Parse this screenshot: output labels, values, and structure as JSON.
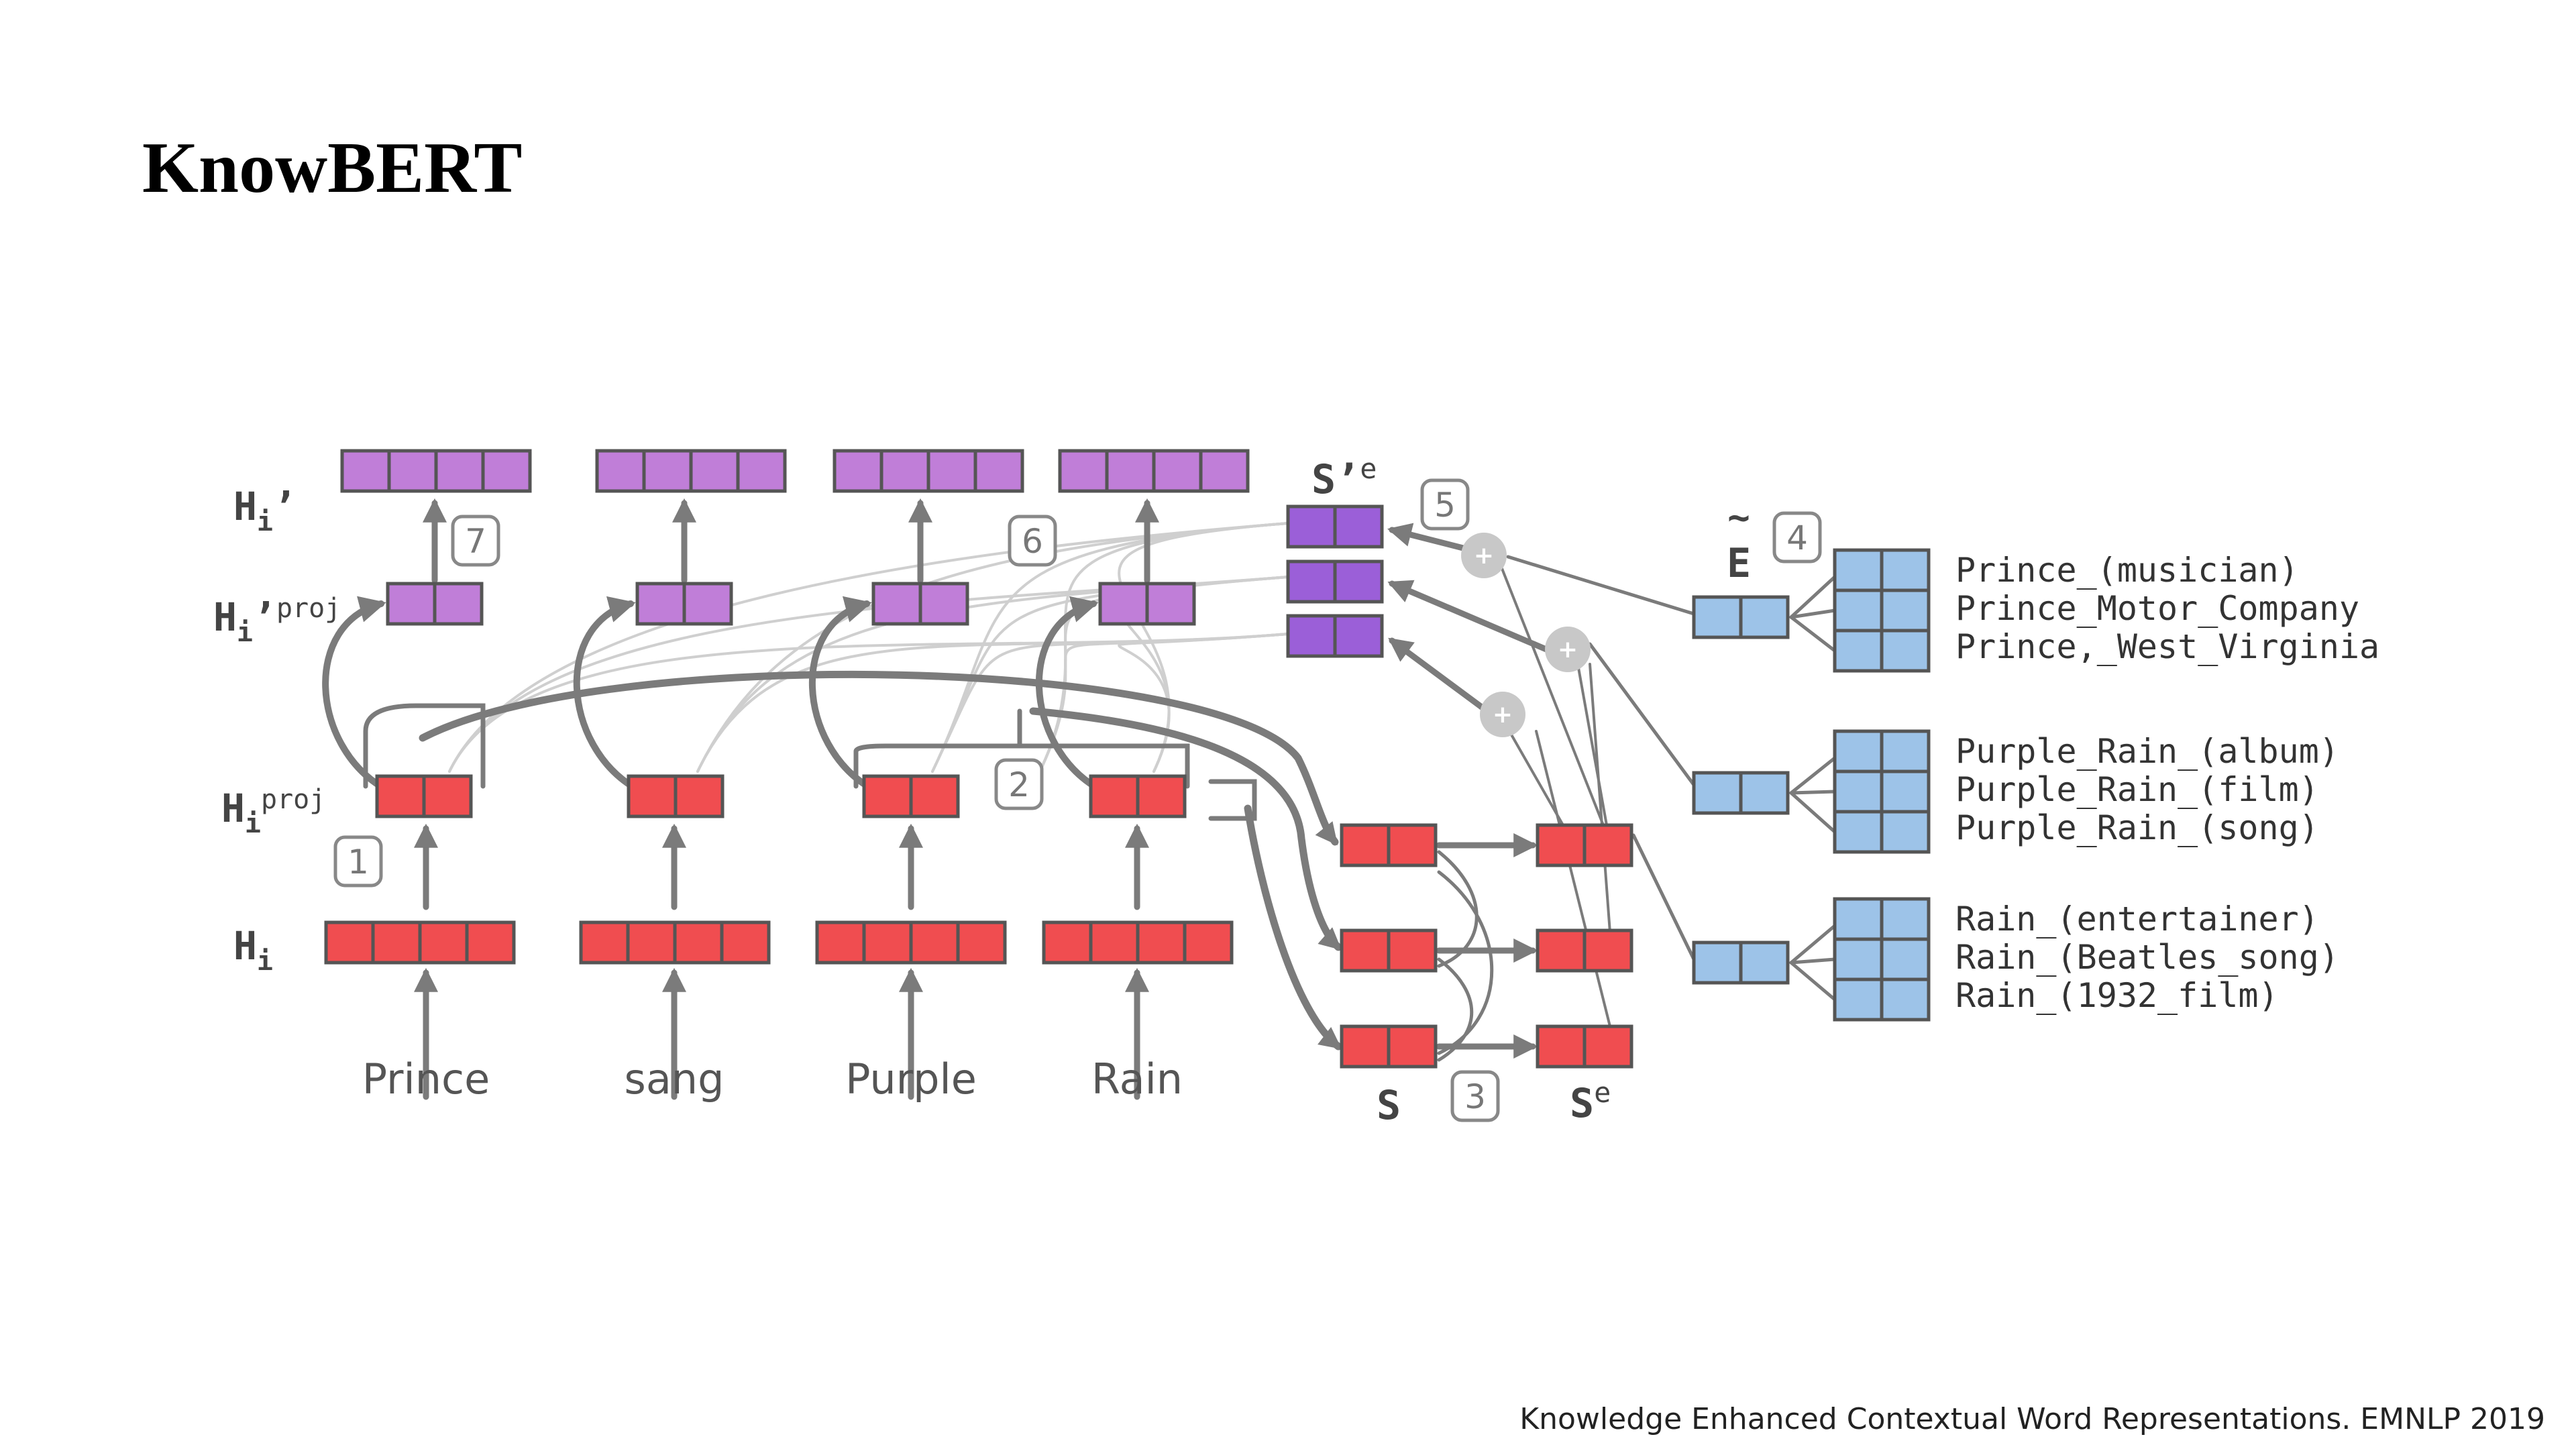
{
  "title": "KnowBERT",
  "citation": "Knowledge Enhanced Contextual Word Representations. EMNLP 2019",
  "colors": {
    "red": "#f04d50",
    "violet": "#c07ed8",
    "purple": "#9b5fd8",
    "blue": "#9dc3e8",
    "gray_arrow": "#7b7b7b",
    "light_line": "#cfcfcf"
  },
  "diagram": {
    "row_labels": {
      "hi_prime": {
        "base": "H",
        "sub": "i",
        "suffix": "’"
      },
      "hi_prime_proj": {
        "base": "H",
        "sub": "i",
        "suffix": "’",
        "sup": "proj"
      },
      "hi_proj": {
        "base": "H",
        "sub": "i",
        "sup": "proj"
      },
      "hi": {
        "base": "H",
        "sub": "i"
      }
    },
    "words": [
      "Prince",
      "sang",
      "Purple",
      "Rain"
    ],
    "span_labels": {
      "s": "S",
      "se_base": "S",
      "se_sup": "e",
      "sprime_base": "S",
      "sprime_suffix": "’",
      "sprime_sup": "e",
      "e_tilde_mark": "~",
      "e_tilde": "E"
    },
    "steps": [
      "1",
      "2",
      "3",
      "4",
      "5",
      "6",
      "7"
    ],
    "plus_symbol": "+",
    "entity_candidates": [
      [
        "Prince_(musician)",
        "Prince_Motor_Company",
        "Prince,_West_Virginia"
      ],
      [
        "Purple_Rain_(album)",
        "Purple_Rain_(film)",
        "Purple_Rain_(song)"
      ],
      [
        "Rain_(entertainer)",
        "Rain_(Beatles_song)",
        "Rain_(1932_film)"
      ]
    ]
  }
}
